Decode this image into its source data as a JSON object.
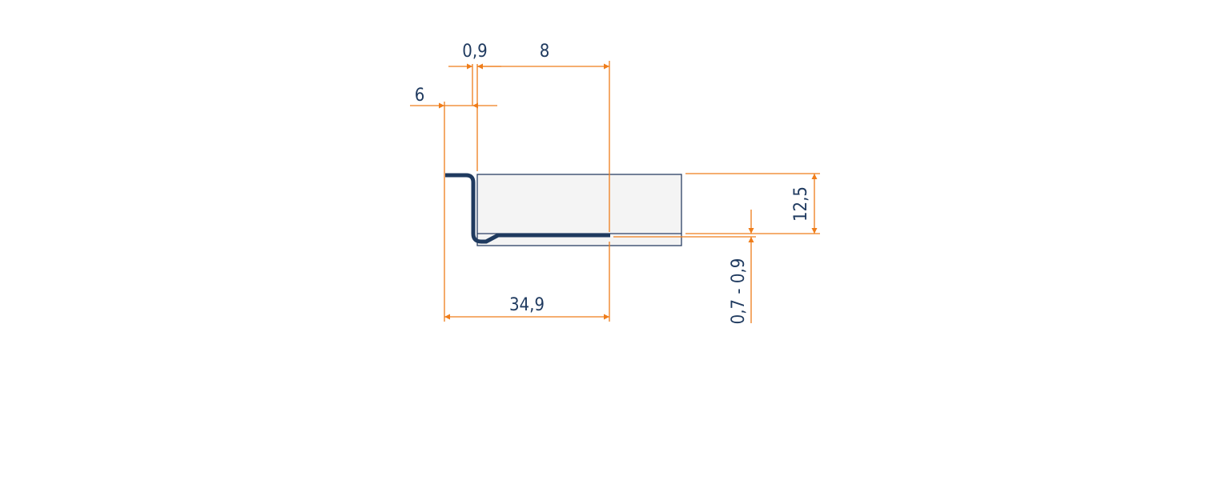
{
  "diagram": {
    "dimensions": {
      "top_gap": "0,9",
      "top_length": "8",
      "left_offset": "6",
      "height": "12,5",
      "bottom_width": "34,9",
      "thickness_range": "0,7 - 0,9"
    },
    "colors": {
      "dimension_line": "#ef7d1a",
      "profile": "#1f3a5f",
      "panel_fill": "#f4f4f4",
      "panel_outline": "#2a3f63",
      "text": "#1f3a5f",
      "background": "#ffffff"
    }
  }
}
